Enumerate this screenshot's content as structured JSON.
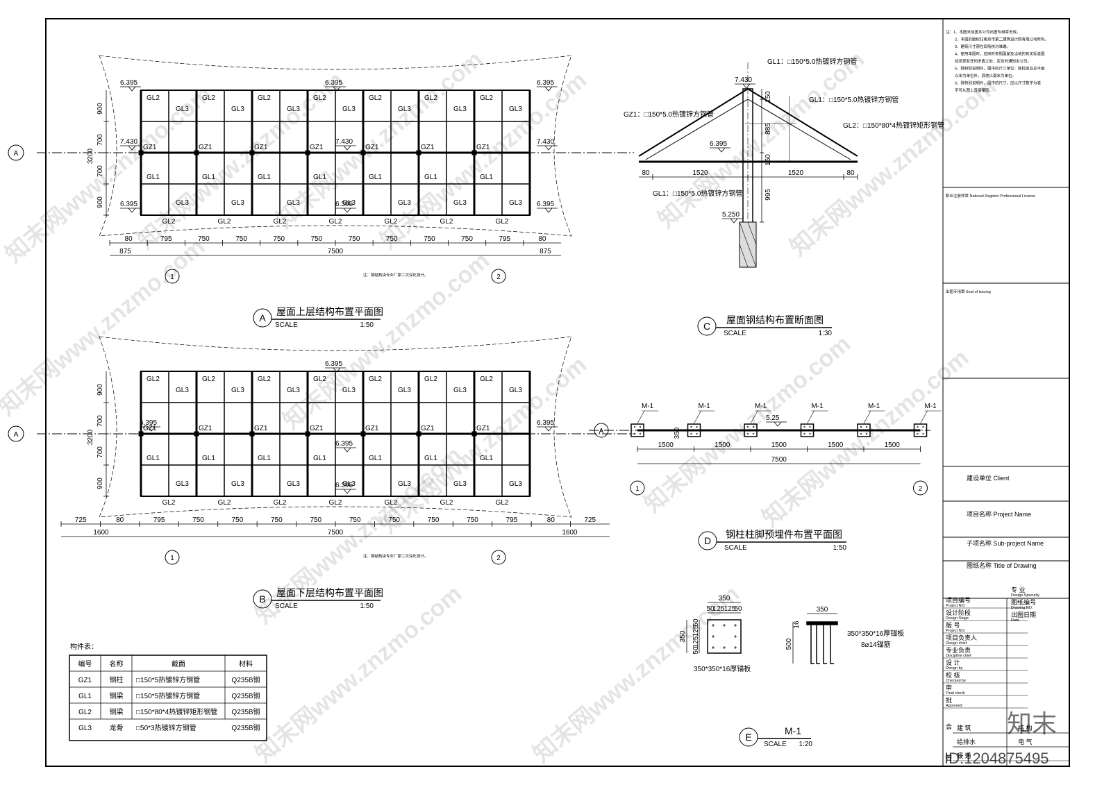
{
  "sheet": {
    "notes": [
      "注：1、本图未加盖本公司出图专用章无效。",
      "2、本图的版权归南京市第二建筑设计院有限公司所有。",
      "3、建筑尺寸需在现场核对准确。",
      "4、使用本图时，应同时参照国家及当地的有关标准图",
      "如发现有任何矛盾之处，应及时通知本公司。",
      "5、除特别说明外，图中的尺寸单位：除标高及总平面",
      "以米为单位外，其他以毫米为单位。",
      "6、除特别说明外，图中的尺寸，应以尺寸数字为准",
      "不可从图上直接量取。"
    ],
    "register_label": "职业注册师章 National Register Professional License",
    "seal_label": "出图专用章 Seal of issuing",
    "client_label": "建设单位  Client",
    "project_label": "项目名称 Project Name",
    "subproject_label": "子项名称 Sub-project Name",
    "drawing_title_label": "图纸名称 Title of Drawing",
    "rows": [
      {
        "cn": "项目编号",
        "en": "Project NO."
      },
      {
        "cn": "设计阶段",
        "en": "Design Stage"
      },
      {
        "cn": "版    号",
        "en": "Project NO."
      },
      {
        "cn": "项目负责人",
        "en": "Design chief"
      },
      {
        "cn": "专业负责",
        "en": "Discipline chief"
      },
      {
        "cn": "设  计",
        "en": "Design by"
      },
      {
        "cn": "校  核",
        "en": "Checked by"
      },
      {
        "cn": "审",
        "en": "Final check"
      },
      {
        "cn": "批",
        "en": "Approved"
      }
    ],
    "right_rows": [
      {
        "cn": "专    业",
        "en": "Design Specialty"
      },
      {
        "cn": "图纸编号",
        "en": "Drawing NO."
      },
      {
        "cn": "出图日期",
        "en": "Date"
      }
    ],
    "sign_label_a": "会",
    "sign_label_b": "签",
    "disciplines": [
      "建  筑",
      "结  构",
      "给排水",
      "电  气",
      "暖  通"
    ],
    "id_text": "ID:1204875495",
    "brand_text": "知末",
    "watermark": "知末网www.znzmo.com"
  },
  "view_a": {
    "letter": "A",
    "title": "屋面上层结构布置平面图",
    "scale_label": "SCALE",
    "scale": "1:50",
    "axis_row": "A",
    "axis_left": "1",
    "axis_right": "2",
    "note": "注：钢结构由专业厂家二次深化设计。",
    "dims_bottom": [
      "80",
      "795",
      "750",
      "750",
      "750",
      "750",
      "750",
      "750",
      "750",
      "750",
      "795",
      "80"
    ],
    "dims_total": [
      "875",
      "7500",
      "875"
    ],
    "dims_left": [
      "900",
      "700",
      "700",
      "900"
    ],
    "dim_height": "3200",
    "elevations": [
      "6.395",
      "6.395",
      "6.395",
      "7.430",
      "7.430",
      "7.430",
      "6.395",
      "6.395",
      "6.395"
    ]
  },
  "view_b": {
    "letter": "B",
    "title": "屋面下层结构布置平面图",
    "scale_label": "SCALE",
    "scale": "1:50",
    "axis_row": "A",
    "axis_left": "1",
    "axis_right": "2",
    "note": "注：钢结构由专业厂家二次深化设计。",
    "dims_bottom": [
      "725",
      "80",
      "795",
      "750",
      "750",
      "750",
      "750",
      "750",
      "750",
      "750",
      "750",
      "795",
      "80",
      "725"
    ],
    "dims_total": [
      "1600",
      "7500",
      "1600"
    ],
    "dims_left": [
      "900",
      "700",
      "700",
      "900"
    ],
    "dim_height": "3200",
    "elevations": [
      "6.395",
      "6.395",
      "6.395",
      "6.395",
      "6.395"
    ]
  },
  "view_c": {
    "letter": "C",
    "title": "屋面钢结构布置断面图",
    "scale_label": "SCALE",
    "scale": "1:30",
    "labels": [
      "GL1：□150*5.0热镀锌方钢管",
      "GZ1：□150*5.0热镀锌方钢管",
      "GL1：□150*5.0热镀锌方钢管",
      "GL2：□150*80*4热镀锌矩形钢管",
      "GL1：□150*5.0热镀锌方钢管"
    ],
    "elevations": [
      "7.430",
      "6.395",
      "5.250"
    ],
    "dims_v": [
      "150",
      "885",
      "150",
      "995"
    ],
    "dims_h": [
      "80",
      "1520",
      "1520",
      "80"
    ]
  },
  "view_d": {
    "letter": "D",
    "title": "钢柱柱脚预埋件布置平面图",
    "scale_label": "SCALE",
    "scale": "1:50",
    "axis_row": "A",
    "axis_left": "1",
    "axis_right": "2",
    "plate": "M-1",
    "elev": "5.25",
    "dim_plate": "350",
    "dims": [
      "1500",
      "1500",
      "1500",
      "1500",
      "1500"
    ],
    "total": "7500"
  },
  "view_e": {
    "letter": "E",
    "title": "M-1",
    "scale_label": "SCALE",
    "scale": "1:20",
    "top_dims": [
      "350",
      "50",
      "125",
      "125",
      "50"
    ],
    "side_dims": [
      "350",
      "50",
      "125",
      "125",
      "50"
    ],
    "plate_note": "350*350*16厚锚板",
    "sec_dims": [
      "350",
      "16",
      "500"
    ],
    "sec_notes": [
      "350*350*16厚锚板",
      "8⌀14锚筋"
    ]
  },
  "members": {
    "title": "构件表：",
    "headers": [
      "编号",
      "名称",
      "截面",
      "材料"
    ],
    "rows": [
      [
        "GZ1",
        "钢柱",
        "□150*5热镀锌方钢管",
        "Q235B钢"
      ],
      [
        "GL1",
        "钢梁",
        "□150*5热镀锌方钢管",
        "Q235B钢"
      ],
      [
        "GL2",
        "钢梁",
        "□150*80*4热镀锌矩形钢管",
        "Q235B钢"
      ],
      [
        "GL3",
        "龙骨",
        "□50*3热镀锌方钢管",
        "Q235B钢"
      ]
    ]
  },
  "grid_labels": {
    "gl1": "GL1",
    "gl2": "GL2",
    "gl3": "GL3",
    "gz1": "GZ1"
  }
}
